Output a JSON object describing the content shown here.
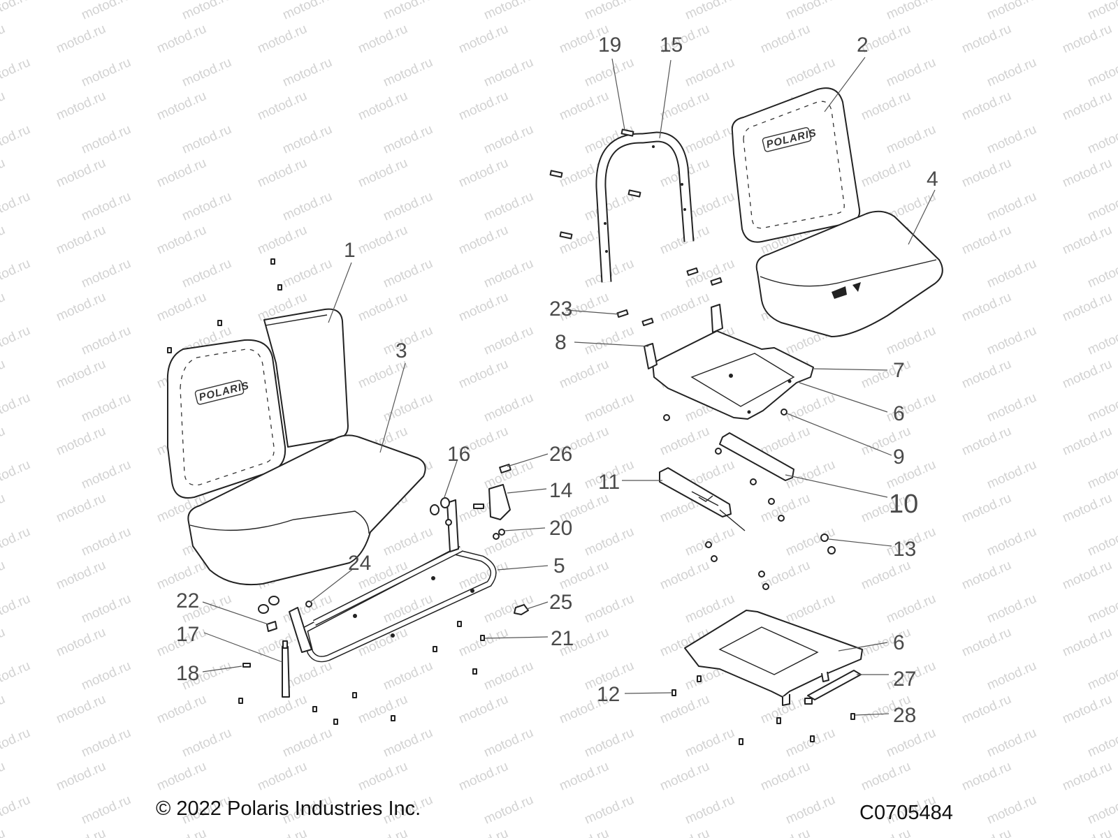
{
  "watermark_text": "motod.ru",
  "logo_text": "POLARIS",
  "footer": {
    "copyright": "© 2022 Polaris Industries Inc.",
    "illustration_code": "C0705484"
  },
  "callouts": [
    {
      "id": "c1",
      "label": "1"
    },
    {
      "id": "c2",
      "label": "2"
    },
    {
      "id": "c3",
      "label": "3"
    },
    {
      "id": "c4",
      "label": "4"
    },
    {
      "id": "c5",
      "label": "5"
    },
    {
      "id": "c6a",
      "label": "6"
    },
    {
      "id": "c6b",
      "label": "6"
    },
    {
      "id": "c7",
      "label": "7"
    },
    {
      "id": "c8",
      "label": "8"
    },
    {
      "id": "c9",
      "label": "9"
    },
    {
      "id": "c10",
      "label": "10"
    },
    {
      "id": "c11",
      "label": "11"
    },
    {
      "id": "c12",
      "label": "12"
    },
    {
      "id": "c13",
      "label": "13"
    },
    {
      "id": "c14",
      "label": "14"
    },
    {
      "id": "c15",
      "label": "15"
    },
    {
      "id": "c16",
      "label": "16"
    },
    {
      "id": "c17",
      "label": "17"
    },
    {
      "id": "c18",
      "label": "18"
    },
    {
      "id": "c19",
      "label": "19"
    },
    {
      "id": "c20",
      "label": "20"
    },
    {
      "id": "c21",
      "label": "21"
    },
    {
      "id": "c22",
      "label": "22"
    },
    {
      "id": "c23",
      "label": "23"
    },
    {
      "id": "c24",
      "label": "24"
    },
    {
      "id": "c25",
      "label": "25"
    },
    {
      "id": "c26",
      "label": "26"
    },
    {
      "id": "c27",
      "label": "27"
    },
    {
      "id": "c28",
      "label": "28"
    }
  ]
}
